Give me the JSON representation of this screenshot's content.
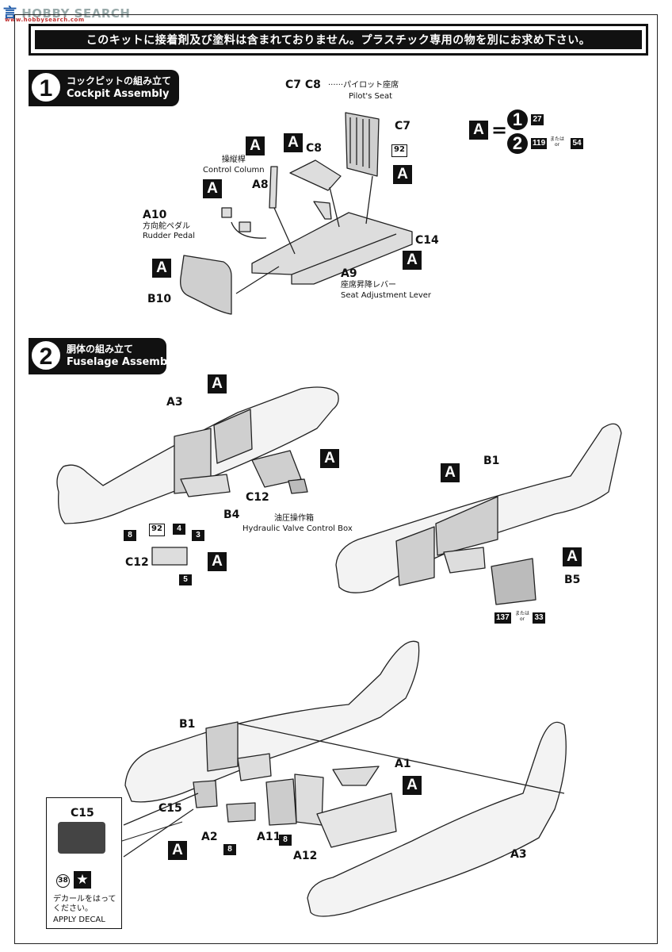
{
  "watermark": {
    "brand": "言",
    "brand_rest": "HOBBY SEARCH",
    "url": "www.hobbysearch.com"
  },
  "notice": "このキットに接着剤及び塗料は含まれておりません。プラスチック専用の物を別にお求め下さい。",
  "step1": {
    "number": "1",
    "title_jp": "コックピットの組み立て",
    "title_en": "Cockpit Assembly"
  },
  "step2": {
    "number": "2",
    "title_jp": "胴体の組み立て",
    "title_en": "Fuselage Assembly"
  },
  "paint_key": {
    "box": "A",
    "equals": "=",
    "circle1": "1",
    "ref1": "27",
    "circle2": "2",
    "ref2a": "119",
    "ref2b": "54",
    "or_jp": "または",
    "or_en": "or"
  },
  "cockpit": {
    "c7c8": "C7 C8",
    "c7c8_jp": "パイロット座席",
    "c7c8_en": "Pilot's Seat",
    "c7": "C7",
    "c7_ref": "92",
    "c8": "C8",
    "control_column_jp": "操縦桿",
    "control_column_en": "Control Column",
    "a8": "A8",
    "a10": "A10",
    "a10_jp": "方向舵ペダル",
    "a10_en": "Rudder Pedal",
    "c14": "C14",
    "a9": "A9",
    "a9_jp": "座席昇降レバー",
    "a9_en": "Seat Adjustment Lever",
    "b10": "B10",
    "paint": "A"
  },
  "fuselage": {
    "a3": "A3",
    "b4": "B4",
    "c12": "C12",
    "hydraulic_jp": "油圧操作箱",
    "hydraulic_en": "Hydraulic Valve Control Box",
    "c12_detail": "C12",
    "refs": [
      "8",
      "92",
      "4",
      "3",
      "5"
    ],
    "b1": "B1",
    "b5": "B5",
    "b5_ref1": "137",
    "b5_ref2": "33",
    "paint": "A"
  },
  "final": {
    "b1": "B1",
    "a1": "A1",
    "c15": "C15",
    "a2": "A2",
    "a11": "A11",
    "a12": "A12",
    "a3": "A3",
    "ref8": "8",
    "paint": "A"
  },
  "decal": {
    "c15": "C15",
    "ref": "38",
    "star": "★",
    "jp": "デカールをはって",
    "jp2": "ください。",
    "en": "APPLY DECAL"
  }
}
